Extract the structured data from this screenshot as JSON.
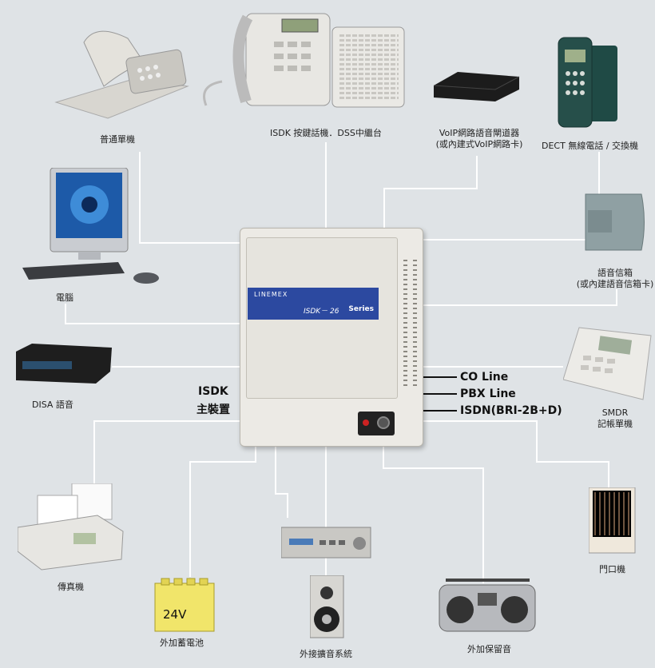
{
  "labels": {
    "basic_phone": "普通單機",
    "isdk_phone": "ISDK 按鍵話機．DSS中繼台",
    "voip_line1": "VoIP網路語音閘道器",
    "voip_line2": "(或內建式VoIP網路卡)",
    "dect": "DECT 無線電話 / 交換機",
    "computer": "電腦",
    "voicemail_line1": "語音信箱",
    "voicemail_line2": "(或內建語音信箱卡)",
    "disa": "DISA 語音",
    "smdr_line1": "SMDR",
    "smdr_line2": "記帳單機",
    "isdk_main_line1": "ISDK",
    "isdk_main_line2": "主裝置",
    "co_line": "CO Line",
    "pbx_line": "PBX Line",
    "isdn": "ISDN(BRI-2B+D)",
    "fax": "傳真機",
    "battery": "外加蓄電池",
    "speaker": "外接擴音系統",
    "music": "外加保留音",
    "doorphone": "門口機"
  },
  "unit": {
    "brand": "LINEMEX",
    "model": "ISDK－ 26",
    "series": "Series"
  },
  "battery_text": "24V"
}
